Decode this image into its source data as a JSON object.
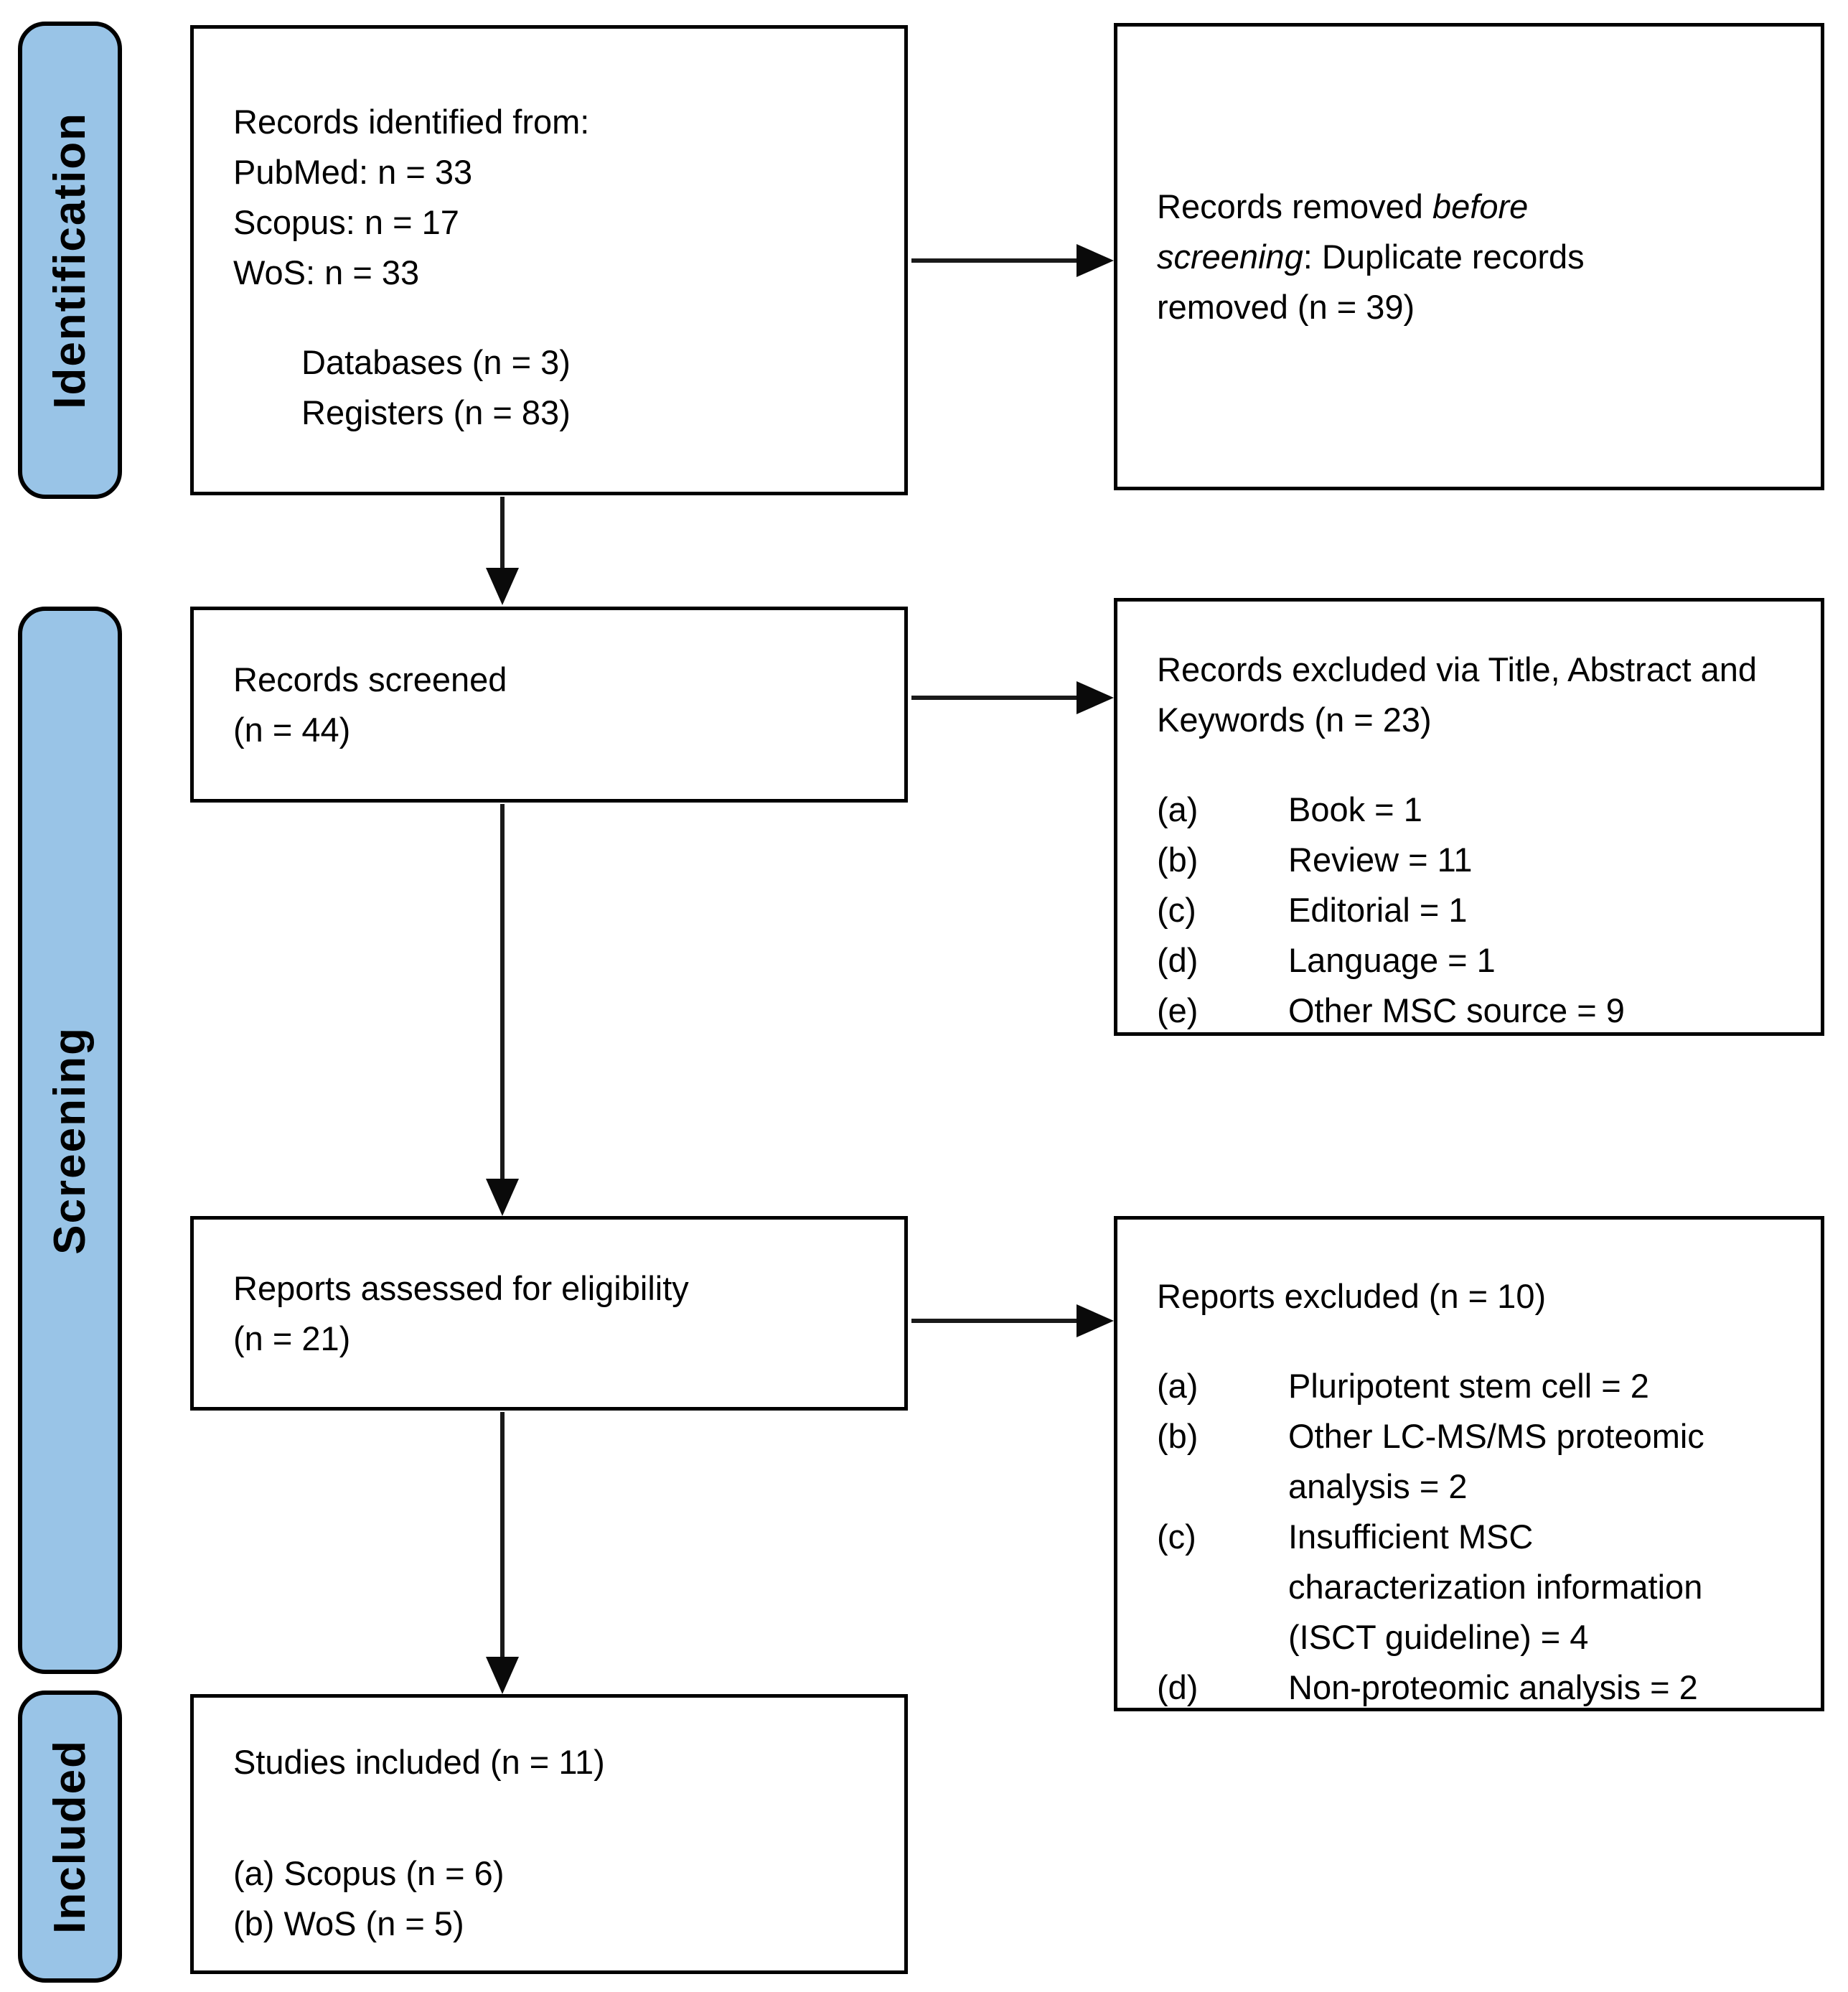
{
  "stages": {
    "identification": "Identification",
    "screening": "Screening",
    "included": "Included"
  },
  "boxes": {
    "identified": {
      "lines": [
        "Records identified from:",
        "PubMed: n = 33",
        "Scopus: n = 17",
        "WoS: n = 33"
      ],
      "indented": [
        "Databases (n = 3)",
        "Registers (n = 83)"
      ]
    },
    "removed": {
      "prefix": "Records removed ",
      "italic": "before screening",
      "suffix": ": Duplicate records removed (n = 39)"
    },
    "screened": {
      "lines": [
        "Records screened",
        "(n = 44)"
      ]
    },
    "excluded_records": {
      "heading": "Records excluded via Title, Abstract and Keywords (n = 23)",
      "items": [
        {
          "marker": "(a)",
          "text": "Book = 1"
        },
        {
          "marker": "(b)",
          "text": "Review = 11"
        },
        {
          "marker": "(c)",
          "text": "Editorial = 1"
        },
        {
          "marker": "(d)",
          "text": "Language = 1"
        },
        {
          "marker": "(e)",
          "text": "Other MSC source = 9"
        }
      ]
    },
    "assessed": {
      "lines": [
        "Reports assessed for eligibility",
        "(n = 21)"
      ]
    },
    "excluded_reports": {
      "heading": "Reports excluded (n = 10)",
      "items": [
        {
          "marker": "(a)",
          "text": "Pluripotent stem cell = 2"
        },
        {
          "marker": "(b)",
          "text": "Other LC-MS/MS proteomic\nanalysis = 2"
        },
        {
          "marker": "(c)",
          "text": "Insufficient MSC\ncharacterization information\n(ISCT guideline) = 4"
        },
        {
          "marker": "(d)",
          "text": "Non-proteomic analysis = 2"
        }
      ]
    },
    "studies_included": {
      "heading": "Studies included (n = 11)",
      "items": [
        "(a) Scopus (n = 6)",
        "(b) WoS (n = 5)"
      ]
    }
  },
  "colors": {
    "stage_fill": "#99c4e7",
    "border": "#000000",
    "text": "#000000",
    "background": "#ffffff"
  }
}
